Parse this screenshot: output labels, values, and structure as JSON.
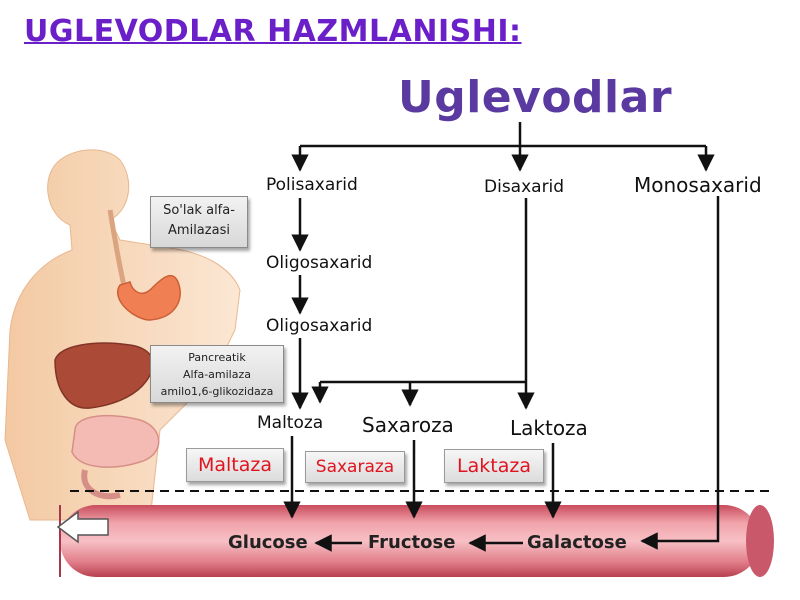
{
  "title": "UGLEVODLAR HAZMLANISHI:",
  "heading": "Uglevodlar",
  "nodes": {
    "polisaxarid": "Polisaxarid",
    "disaxarid": "Disaxarid",
    "monosaxarid": "Monosaxarid",
    "oligo1": "Oligosaxarid",
    "oligo2": "Oligosaxarid",
    "maltoza": "Maltoza",
    "saxaroza": "Saxaroza",
    "laktoza": "Laktoza"
  },
  "enzymes": {
    "saliva_line1": "So'lak alfa-",
    "saliva_line2": "Amilazasi",
    "pancreatic_line1": "Pancreatik",
    "pancreatic_line2": "Alfa-amilaza",
    "pancreatic_line3": "amilo1,6-glikozidaza",
    "maltaza": "Maltaza",
    "saxaraza": "Saxaraza",
    "laktaza": "Laktaza"
  },
  "products": {
    "glucose": "Glucose",
    "fructose": "Fructose",
    "galactose": "Galactose"
  },
  "colors": {
    "title": "#6a1fc9",
    "heading": "#5a3aa0",
    "enzyme_red": "#e0141e",
    "vessel": "#e98a92"
  }
}
